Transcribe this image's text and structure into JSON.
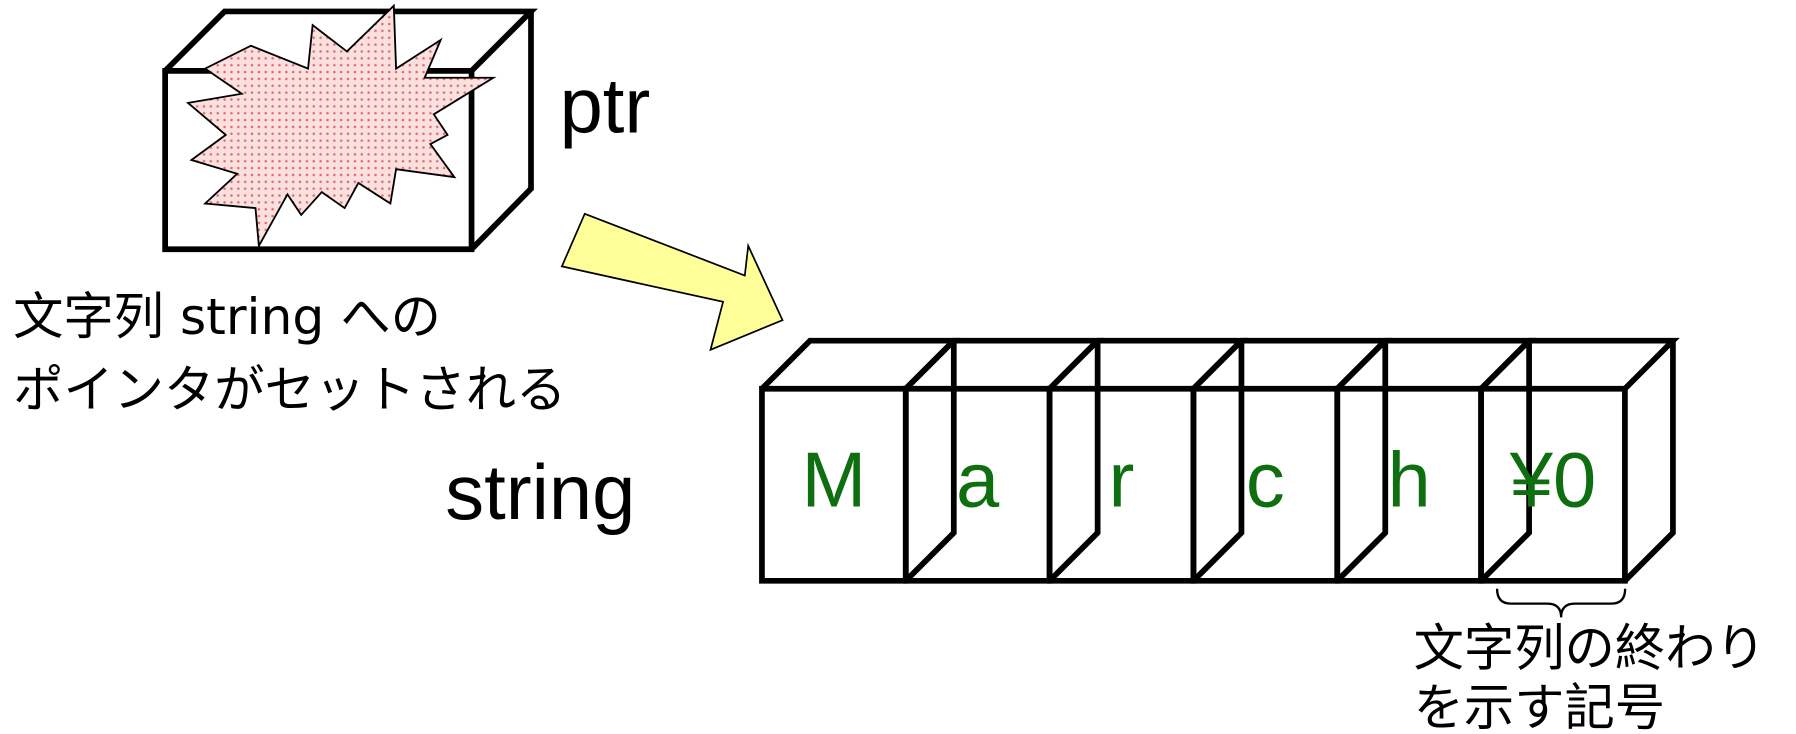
{
  "labels": {
    "ptr": "ptr",
    "string": "string",
    "pointer_note_line1": "文字列 string への",
    "pointer_note_line2": "ポインタがセットされる",
    "terminator_note_line1": "文字列の終わり",
    "terminator_note_line2": "を示す記号"
  },
  "cells": [
    "M",
    "a",
    "r",
    "c",
    "h",
    "¥0"
  ],
  "colors": {
    "cell_text": "#0f6e0f",
    "arrow_fill": "#ffff99",
    "explosion_fill": "#fbe0e0",
    "explosion_dots": "#e06a6a",
    "line": "#000000"
  }
}
